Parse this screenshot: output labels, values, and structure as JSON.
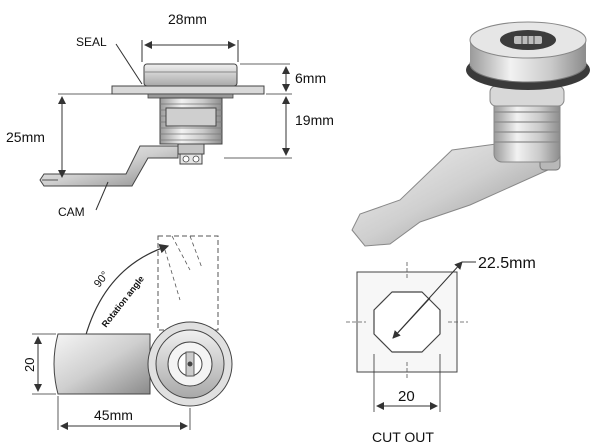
{
  "labels": {
    "width_top": "28mm",
    "seal": "SEAL",
    "flange_height": "6mm",
    "body_height": "19mm",
    "total_height": "25mm",
    "cam": "CAM",
    "rotation_deg": "90°",
    "rotation_text": "Rotation angle",
    "side_20": "20",
    "length_45": "45mm",
    "diag_225": "22.5mm",
    "cutout_20": "20",
    "cutout_title": "CUT OUT"
  },
  "colors": {
    "line": "#333333",
    "metal_light": "#e8e8e8",
    "metal_mid": "#bdbdbd",
    "metal_dark": "#7a7a7a"
  }
}
